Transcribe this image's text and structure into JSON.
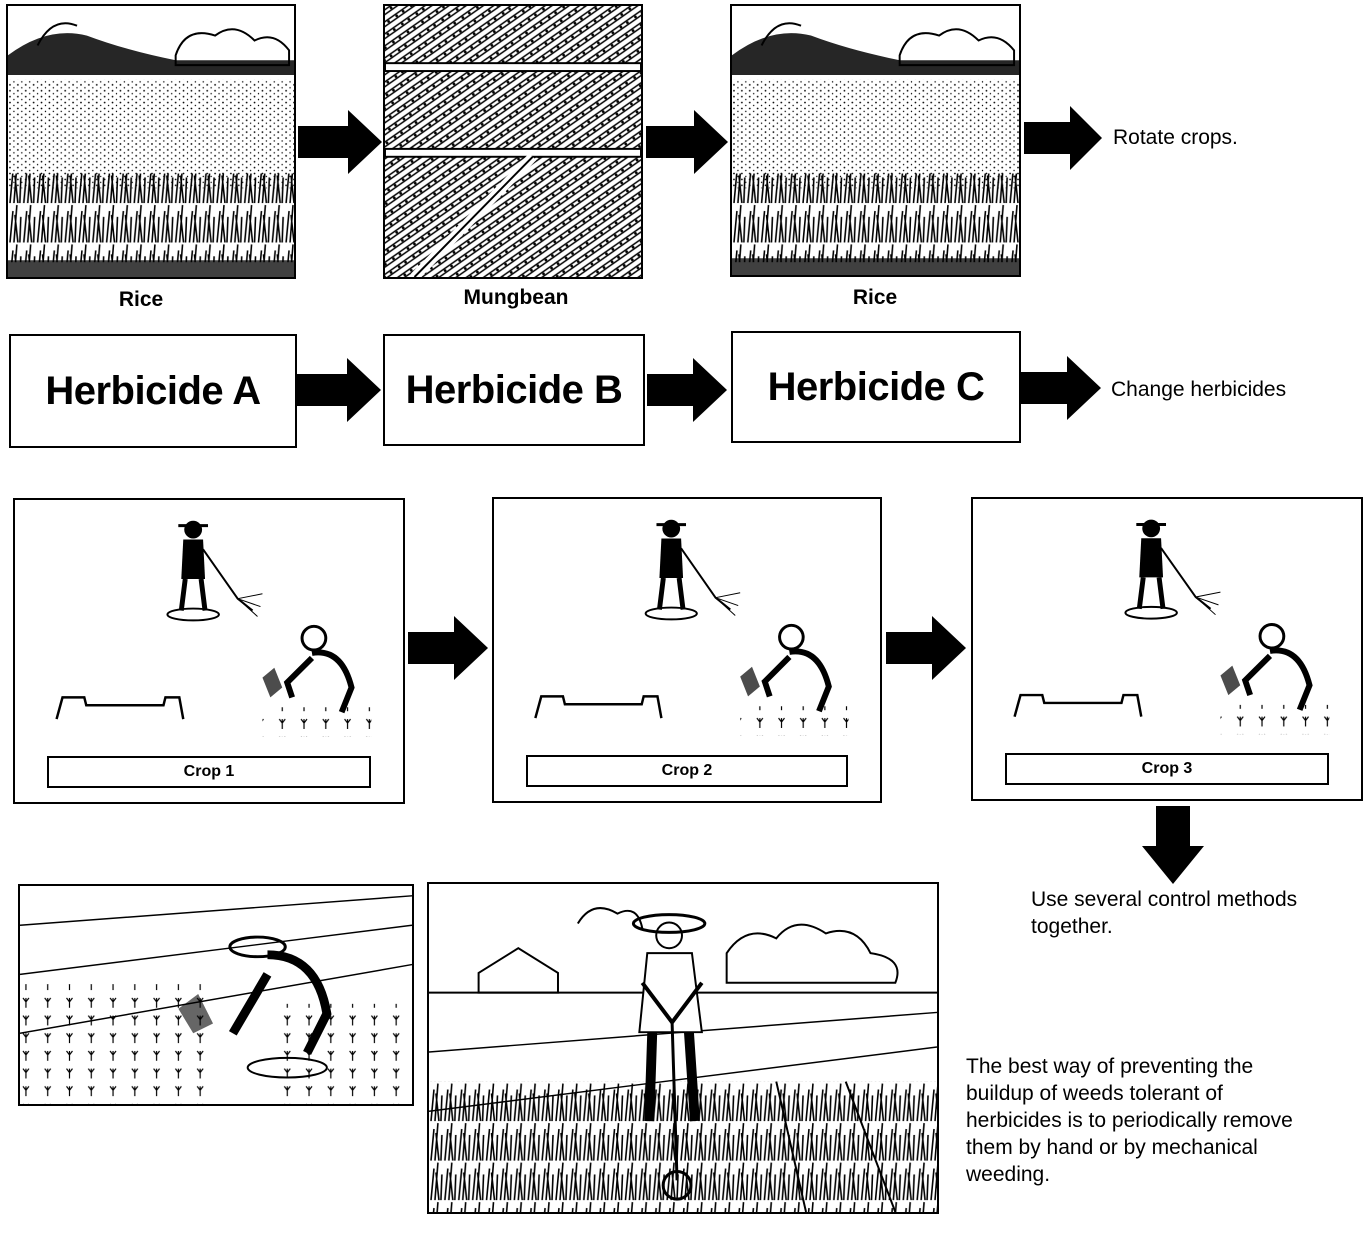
{
  "row1": {
    "panels": [
      {
        "caption": "Rice",
        "image": "rice-field-illustration"
      },
      {
        "caption": "Mungbean",
        "image": "mungbean-field-illustration"
      },
      {
        "caption": "Rice",
        "image": "rice-field-illustration"
      }
    ],
    "note": "Rotate crops."
  },
  "row2": {
    "boxes": [
      "Herbicide  A",
      "Herbicide B",
      "Herbicide  C"
    ],
    "note": "Change herbicides"
  },
  "row3": {
    "panels": [
      {
        "label": "Crop 1"
      },
      {
        "label": "Crop 2"
      },
      {
        "label": "Crop 3"
      }
    ],
    "note": "Use several control methods together."
  },
  "row4": {
    "images": [
      "hand-weeding-illustration",
      "mechanical-weeding-illustration"
    ],
    "note": "The best way of preventing the buildup of weeds tolerant of herbicides is to periodically remove them by hand or by mechanical weeding."
  },
  "colors": {
    "ink": "#000000",
    "paper": "#ffffff"
  }
}
